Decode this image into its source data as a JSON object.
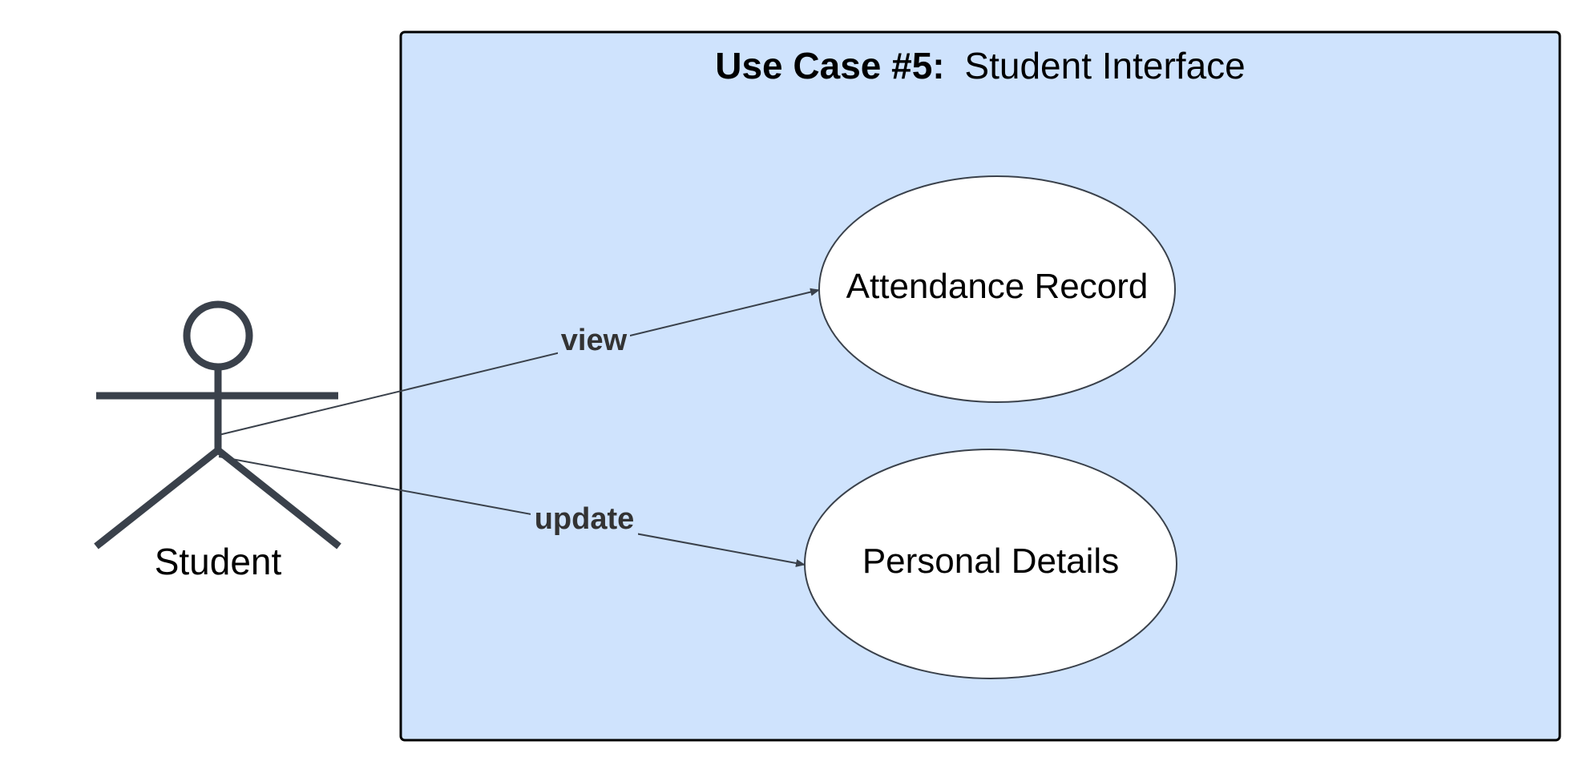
{
  "diagram": {
    "title": {
      "bold": "Use Case #5:",
      "normal": "Student Interface"
    },
    "actor": {
      "label": "Student"
    },
    "use_cases": [
      {
        "label": "Attendance Record"
      },
      {
        "label": "Personal Details"
      }
    ],
    "associations": [
      {
        "from": "Student",
        "to": "Attendance Record",
        "label": "view"
      },
      {
        "from": "Student",
        "to": "Personal Details",
        "label": "update"
      }
    ],
    "colors": {
      "system_fill": "#cfe3fd",
      "system_stroke": "#000000",
      "actor_stroke": "#3a414b",
      "arrow_stroke": "#3a414b",
      "use_case_fill": "#ffffff",
      "use_case_stroke": "#3a414b",
      "text": "#000000",
      "label_text": "#333333"
    }
  }
}
